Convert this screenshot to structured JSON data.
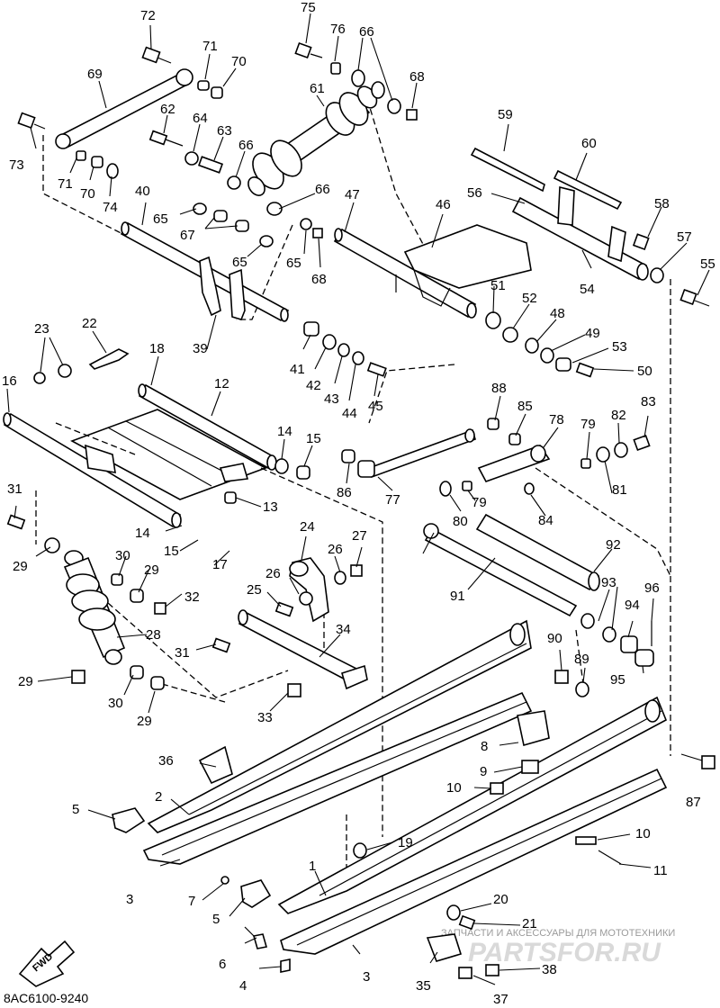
{
  "diagram_code": "8AC6100-9240",
  "direction_label": "FWD",
  "watermark": {
    "small": "ЗАПЧАСТИ И АКСЕССУАРЫ ДЛЯ МОТОТЕХНИКИ",
    "brand": "PARTSFOR.RU"
  },
  "callouts": {
    "c1": "1",
    "c2": "2",
    "c3a": "3",
    "c3b": "3",
    "c4": "4",
    "c5a": "5",
    "c5b": "5",
    "c6": "6",
    "c7": "7",
    "c8": "8",
    "c9": "9",
    "c10a": "10",
    "c10b": "10",
    "c11": "11",
    "c12": "12",
    "c13": "13",
    "c14a": "14",
    "c14b": "14",
    "c15a": "15",
    "c15b": "15",
    "c16": "16",
    "c17": "17",
    "c18": "18",
    "c19": "19",
    "c20": "20",
    "c21": "21",
    "c22": "22",
    "c23": "23",
    "c24": "24",
    "c25": "25",
    "c26a": "26",
    "c26b": "26",
    "c27": "27",
    "c28": "28",
    "c29a": "29",
    "c29b": "29",
    "c29c": "29",
    "c29d": "29",
    "c30a": "30",
    "c30b": "30",
    "c31a": "31",
    "c31b": "31",
    "c32": "32",
    "c33": "33",
    "c34": "34",
    "c35": "35",
    "c36": "36",
    "c37": "37",
    "c38": "38",
    "c39": "39",
    "c40": "40",
    "c41": "41",
    "c42": "42",
    "c43": "43",
    "c44": "44",
    "c45": "45",
    "c46": "46",
    "c47": "47",
    "c48": "48",
    "c49": "49",
    "c50": "50",
    "c51": "51",
    "c52": "52",
    "c53": "53",
    "c54": "54",
    "c55": "55",
    "c56": "56",
    "c57": "57",
    "c58": "58",
    "c59": "59",
    "c60": "60",
    "c61": "61",
    "c62": "62",
    "c63": "63",
    "c64": "64",
    "c65a": "65",
    "c65b": "65",
    "c65c": "65",
    "c66a": "66",
    "c66b": "66",
    "c66c": "66",
    "c67": "67",
    "c68a": "68",
    "c68b": "68",
    "c69": "69",
    "c70a": "70",
    "c70b": "70",
    "c71a": "71",
    "c71b": "71",
    "c72": "72",
    "c73": "73",
    "c74": "74",
    "c75": "75",
    "c76": "76",
    "c77": "77",
    "c78": "78",
    "c79a": "79",
    "c79b": "79",
    "c80": "80",
    "c81": "81",
    "c82": "82",
    "c83": "83",
    "c84": "84",
    "c85": "85",
    "c86": "86",
    "c87": "87",
    "c88": "88",
    "c89": "89",
    "c90": "90",
    "c91": "91",
    "c92": "92",
    "c93": "93",
    "c94": "94",
    "c95": "95",
    "c96": "96"
  }
}
